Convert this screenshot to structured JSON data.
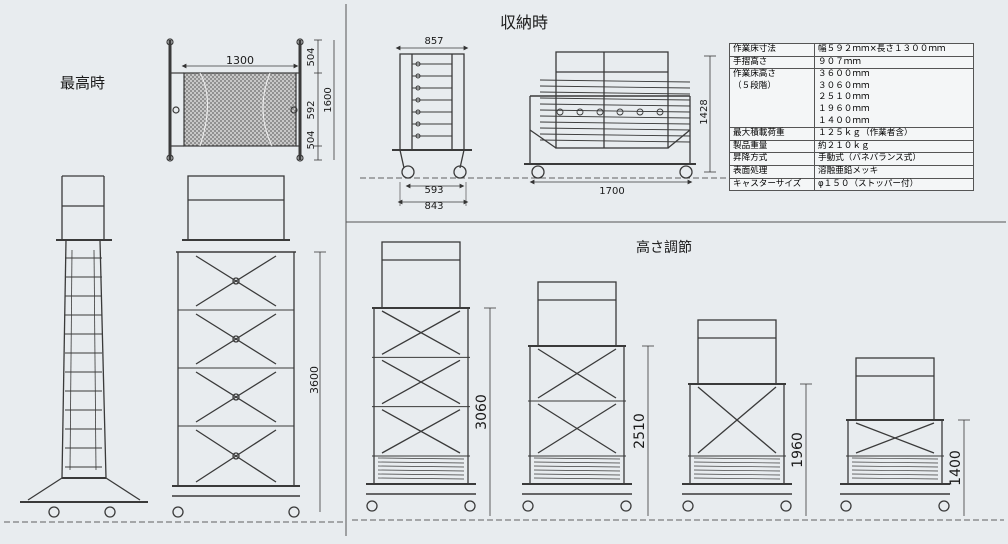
{
  "sections": {
    "max_height_title": "最高時",
    "stored_title": "収納時",
    "height_adjust_title": "高さ調節"
  },
  "top_view": {
    "width_label": "1300",
    "side_dims": [
      "504",
      "592",
      "504"
    ],
    "total_label": "1600"
  },
  "max_height": {
    "height_label": "3600"
  },
  "stored": {
    "top_width": "857",
    "bottom_inner": "593",
    "bottom_outer": "843",
    "height_label": "1428",
    "length_label": "1700"
  },
  "adjust": {
    "heights": [
      "3060",
      "2510",
      "1960",
      "1400"
    ]
  },
  "spec_table": [
    {
      "key": "作業床寸法",
      "value": "幅５９２ｍｍ×長さ１３００ｍｍ"
    },
    {
      "key": "手摺高さ",
      "value": "９０７ｍｍ"
    },
    {
      "key": "作業床高さ\n（５段階）",
      "value": "３６００ｍｍ\n３０６０ｍｍ\n２５１０ｍｍ\n１９６０ｍｍ\n１４００ｍｍ"
    },
    {
      "key": "最大積載荷重",
      "value": "１２５ｋｇ（作業者含）"
    },
    {
      "key": "製品重量",
      "value": "約２１０ｋｇ"
    },
    {
      "key": "昇降方式",
      "value": "手動式（バネバランス式）"
    },
    {
      "key": "表面処理",
      "value": "溶融亜鉛メッキ"
    },
    {
      "key": "キャスターサイズ",
      "value": "φ１５０（ストッパー付）"
    }
  ],
  "colors": {
    "background": "#e8ecef",
    "line": "#3a3a3a",
    "divider": "#555555"
  }
}
